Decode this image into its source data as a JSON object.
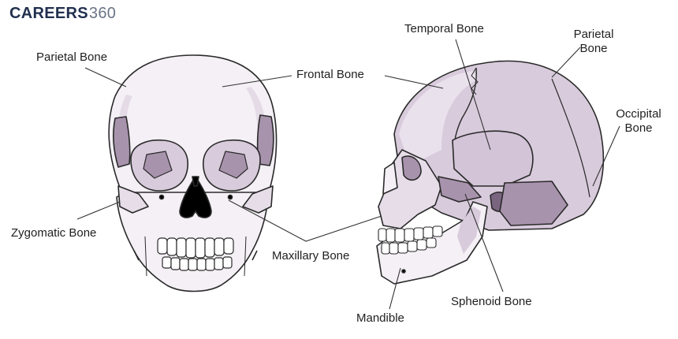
{
  "logo": {
    "bold": "CAREERS",
    "light": "360"
  },
  "labels": {
    "parietal_front": "Parietal Bone",
    "frontal": "Frontal Bone",
    "temporal": "Temporal Bone",
    "parietal_side_1": "Parietal",
    "parietal_side_2": "Bone",
    "occipital_1": "Occipital",
    "occipital_2": "Bone",
    "zygomatic": "Zygomatic Bone",
    "maxillary": "Maxillary Bone",
    "sphenoid": "Sphenoid Bone",
    "mandible": "Mandible"
  },
  "colors": {
    "outline": "#2a2a2a",
    "bone_light": "#f4f0f5",
    "bone_mid": "#d8cbdc",
    "bone_dark": "#a893ad",
    "leader": "#333333",
    "cavity": "#000000",
    "logo_dark": "#22304f"
  }
}
